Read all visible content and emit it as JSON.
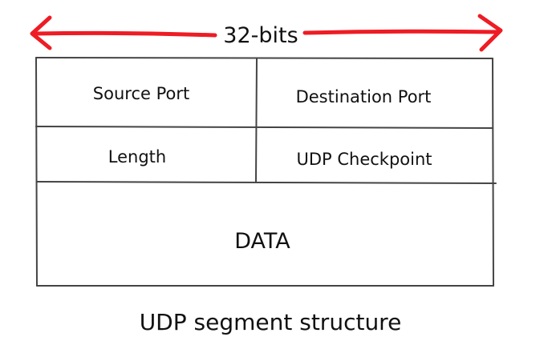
{
  "diagram": {
    "width_label": "32-bits",
    "caption": "UDP segment structure",
    "fields": {
      "source_port": "Source Port",
      "destination_port": "Destination Port",
      "length": "Length",
      "checksum": "UDP Checkpoint",
      "data": "DATA"
    },
    "colors": {
      "arrow": "#ee1c24",
      "lines": "#444444",
      "text": "#111111"
    }
  }
}
